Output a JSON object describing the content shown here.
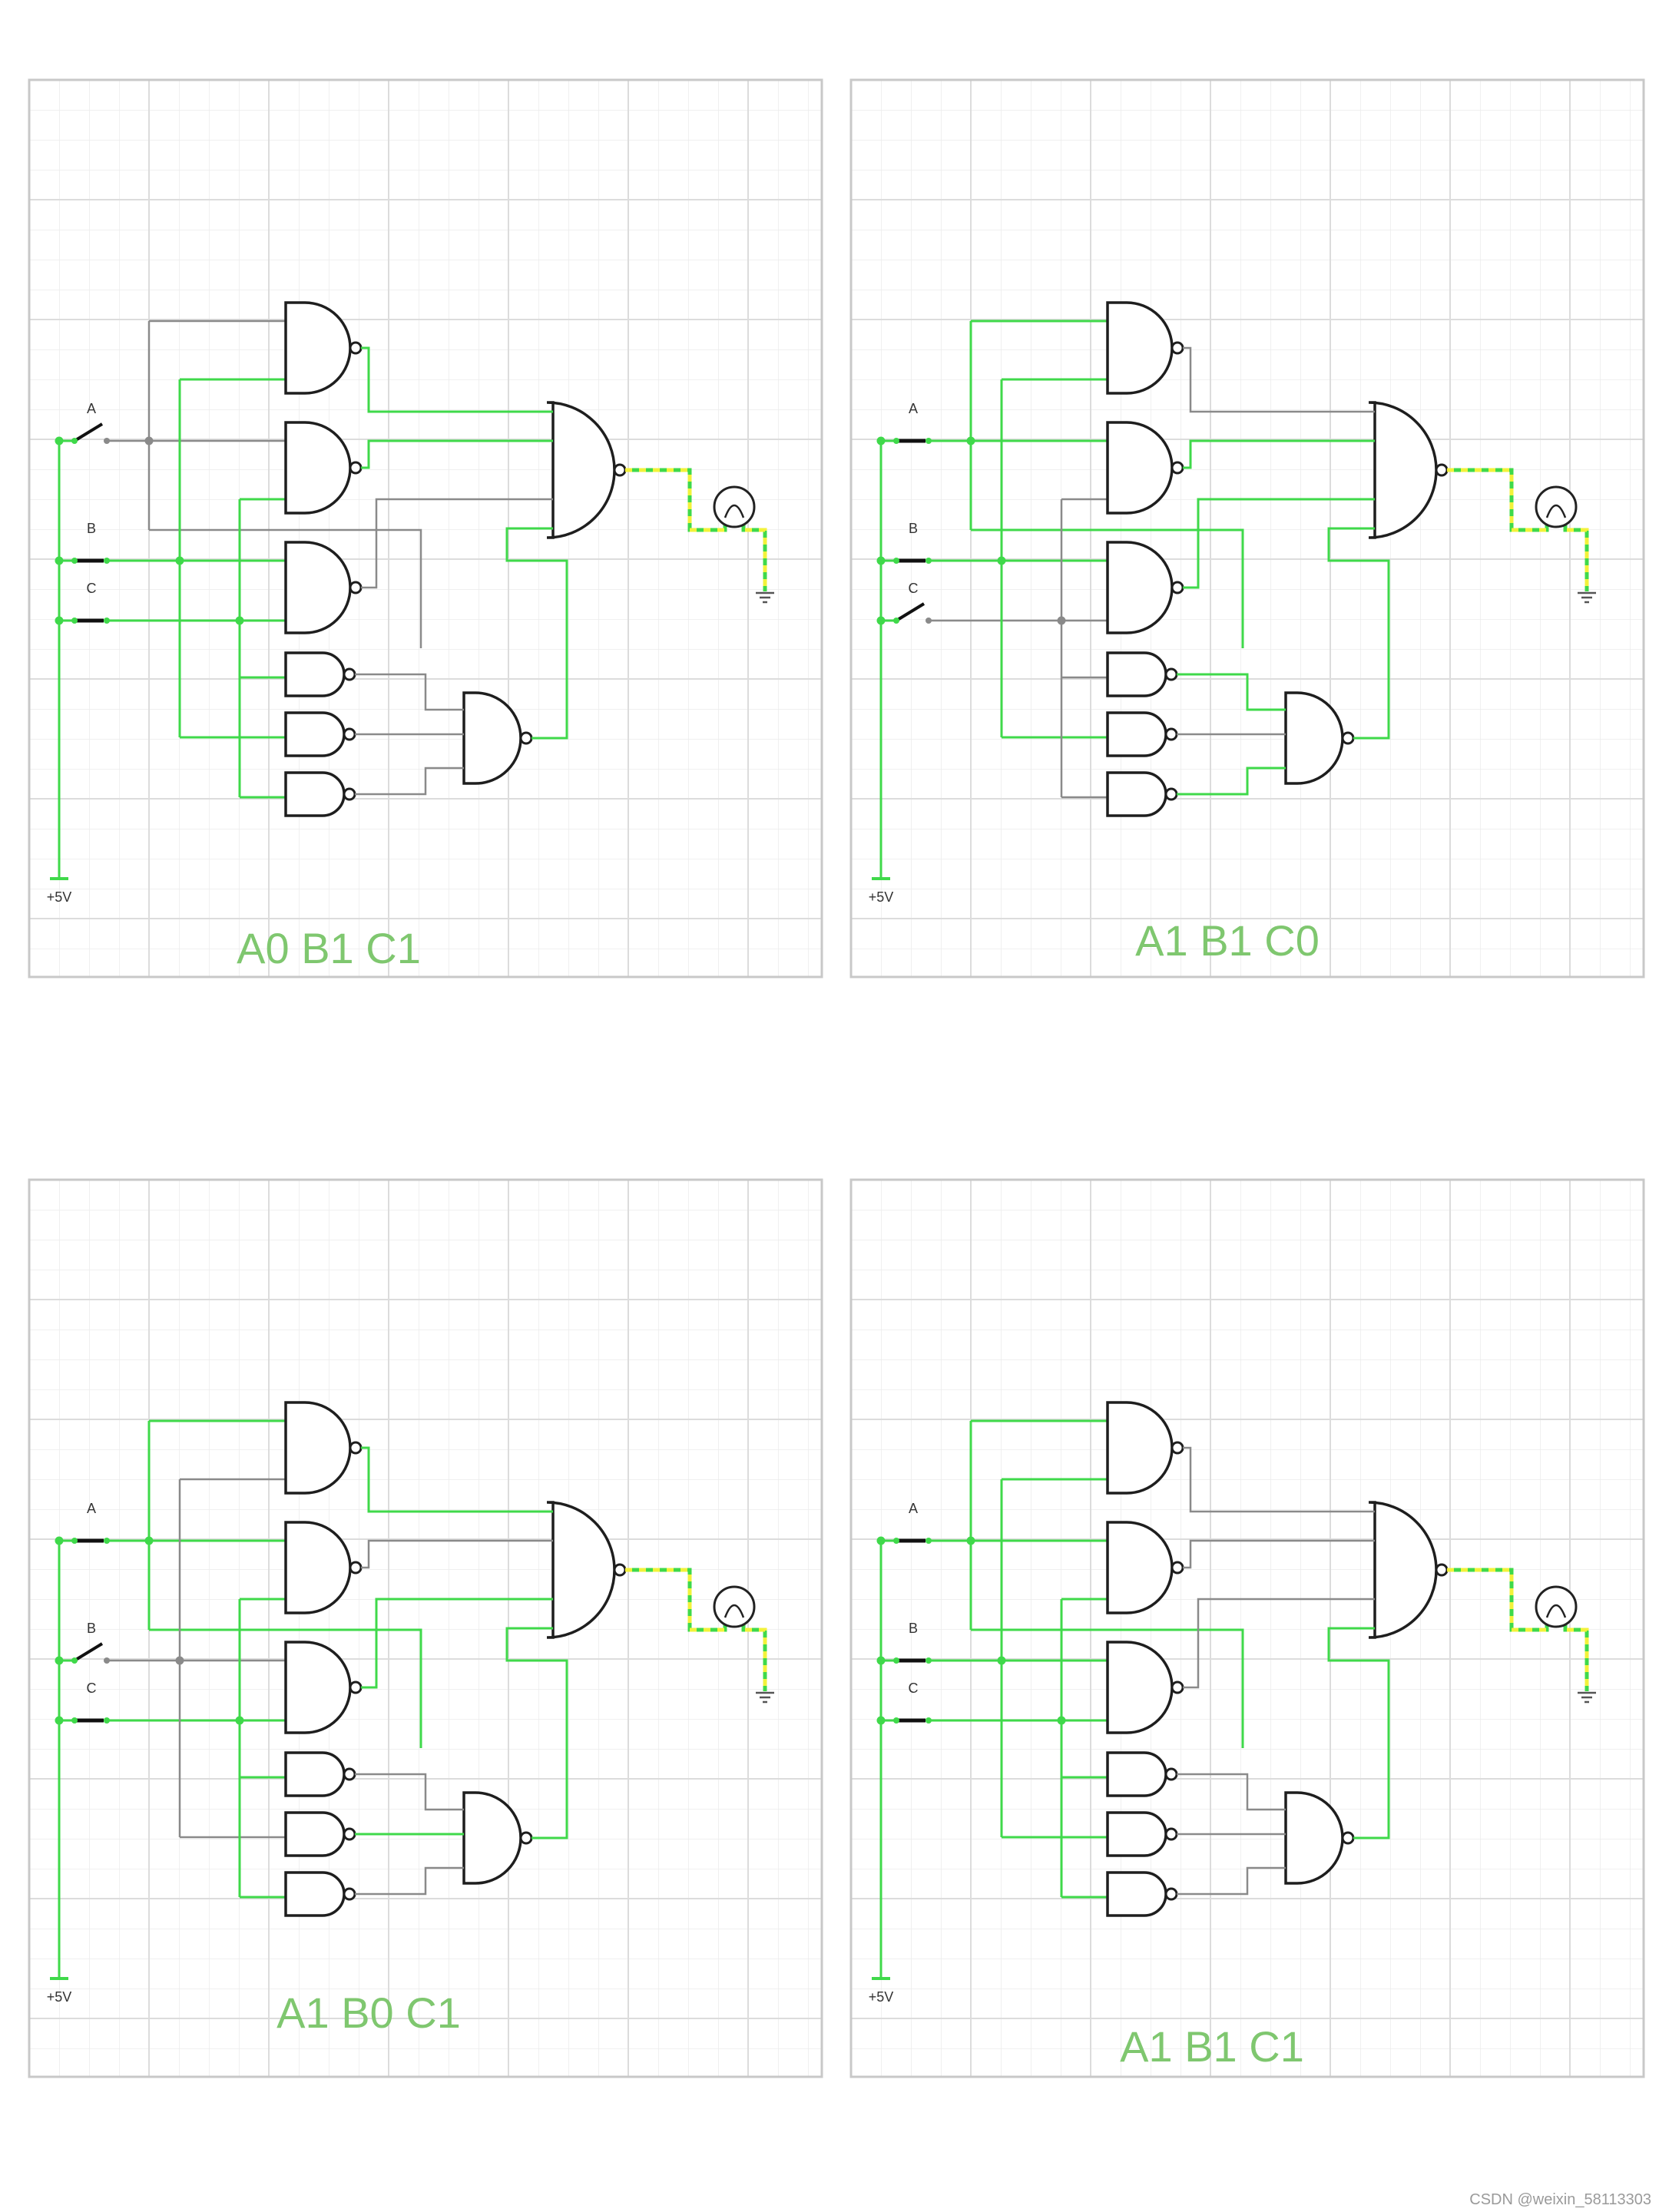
{
  "panels": [
    {
      "caption": "A0 B1 C1",
      "switches": {
        "A": "open",
        "B": "closed",
        "C": "closed"
      }
    },
    {
      "caption": "A1 B1 C0",
      "switches": {
        "A": "closed",
        "B": "closed",
        "C": "open"
      }
    },
    {
      "caption": "A1 B0 C1",
      "switches": {
        "A": "closed",
        "B": "open",
        "C": "closed"
      }
    },
    {
      "caption": "A1 B1 C1",
      "switches": {
        "A": "closed",
        "B": "closed",
        "C": "closed"
      }
    }
  ],
  "input_labels": {
    "a": "A",
    "b": "B",
    "c": "C"
  },
  "supply_label": "+5V",
  "watermark": "CSDN @weixin_58113303",
  "colors": {
    "active_wire": "#3fd94a",
    "inactive_wire": "#8a8a8a",
    "output_wire": "#f2f23a",
    "caption": "#7fc76f",
    "grid": "#e6e6e6",
    "gate_stroke": "#1e1e1e"
  },
  "icons": {
    "gate": "nand-gate-icon",
    "lamp": "lamp-icon",
    "ground": "ground-icon",
    "switch": "switch-icon"
  }
}
